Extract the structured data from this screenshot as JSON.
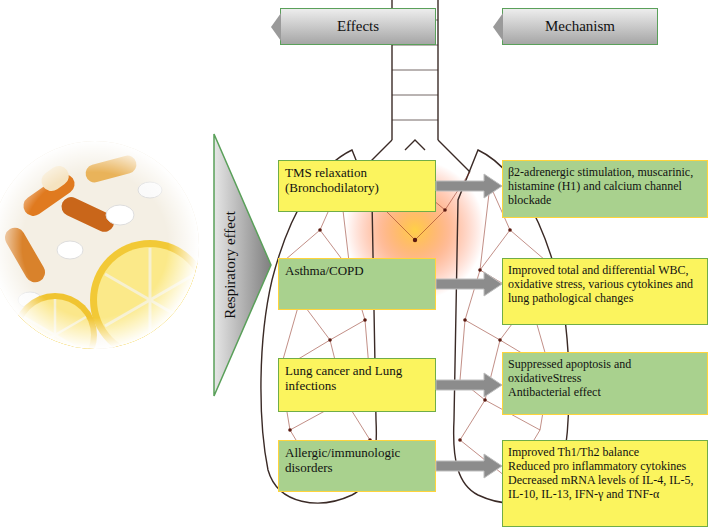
{
  "diagram": {
    "nodes": [
      {
        "text": [
          "Respiratory effect"
        ]
      },
      {
        "text": [
          "Effects"
        ]
      },
      {
        "text": [
          "Mechanism"
        ]
      },
      {
        "text": [
          "TMS relaxation (Bronchodilatory)"
        ]
      },
      {
        "text": [
          "Asthma/COPD"
        ]
      },
      {
        "text": [
          "Lung cancer and Lung infections"
        ]
      },
      {
        "text": [
          "Allergic/immunologic disorders"
        ]
      },
      {
        "text": [
          "β2-adrenergic stimulation, muscarinic, histamine (H1) and calcium channel blockade"
        ]
      },
      {
        "text": [
          "Improved total and differential WBC, oxidative stress, various cytokines and lung pathological changes"
        ]
      },
      {
        "text": [
          "Suppressed apoptosis and oxidativeStress",
          "Antibacterial effect"
        ]
      },
      {
        "text": [
          "Improved Th1/Th2 balance",
          "Reduced pro inflammatory cytokines",
          "Decreased mRNA levels of IL-4, IL-5, IL-10, IL-13, IFN-γ and TNF-α"
        ]
      }
    ],
    "edges": [
      {
        "from": 3,
        "to": 7,
        "arrow": "to"
      },
      {
        "from": 4,
        "to": 8,
        "arrow": "to"
      },
      {
        "from": 5,
        "to": 9,
        "arrow": "to"
      },
      {
        "from": 6,
        "to": 10,
        "arrow": "to"
      }
    ]
  }
}
